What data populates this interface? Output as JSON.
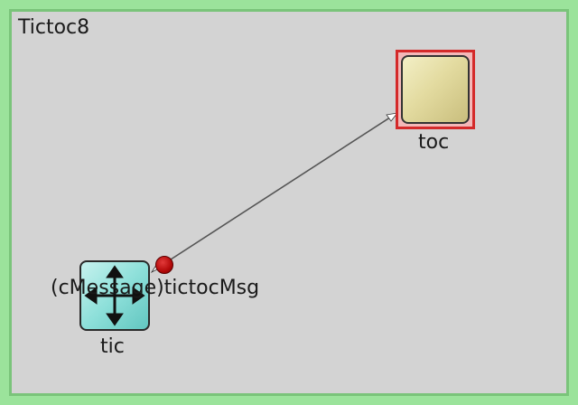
{
  "network": {
    "title": "Tictoc8"
  },
  "modules": {
    "toc": {
      "label": "toc",
      "icon": "block-icon",
      "highlighted": true
    },
    "tic": {
      "label": "tic",
      "icon": "move-arrows-icon"
    }
  },
  "message": {
    "label": "(cMessage)tictocMsg",
    "color": "#c00000"
  },
  "colors": {
    "frame": "#9be39b",
    "canvas": "#d3d3d3",
    "highlight_border": "#d42a2a"
  }
}
